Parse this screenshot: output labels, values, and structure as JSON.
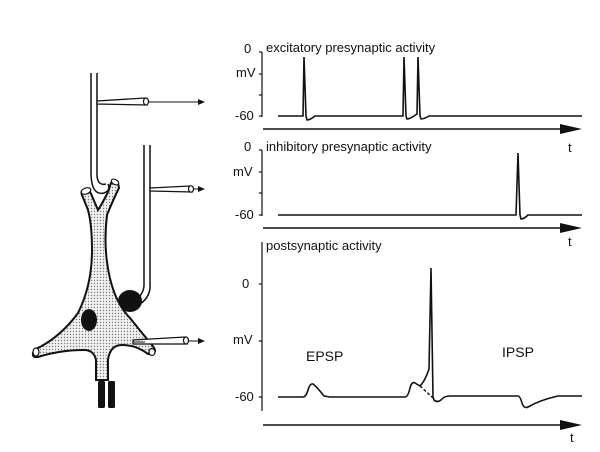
{
  "neuron": {
    "electrodes": [
      {
        "id": "excitatory",
        "target": "excitatory presynaptic fiber"
      },
      {
        "id": "inhibitory",
        "target": "inhibitory presynaptic fiber"
      },
      {
        "id": "postsynaptic",
        "target": "soma"
      }
    ]
  },
  "panels": {
    "excitatory": {
      "title": "excitatory presynaptic activity",
      "y_top_label": "0",
      "y_unit_label": "mV",
      "y_bottom_label": "-60",
      "t_label": "t"
    },
    "inhibitory": {
      "title": "inhibitory presynaptic activity",
      "y_top_label": "0",
      "y_unit_label": "mV",
      "y_bottom_label": "-60",
      "t_label": "t"
    },
    "postsynaptic": {
      "title": "postsynaptic activity",
      "y_top_label": "0",
      "y_unit_label": "mV",
      "y_bottom_label": "-60",
      "t_label": "t",
      "epsp_label": "EPSP",
      "ipsp_label": "IPSP"
    }
  },
  "colors": {
    "ink": "#111111",
    "cytoplasm": "#d9d9d9",
    "background": "#ffffff"
  }
}
